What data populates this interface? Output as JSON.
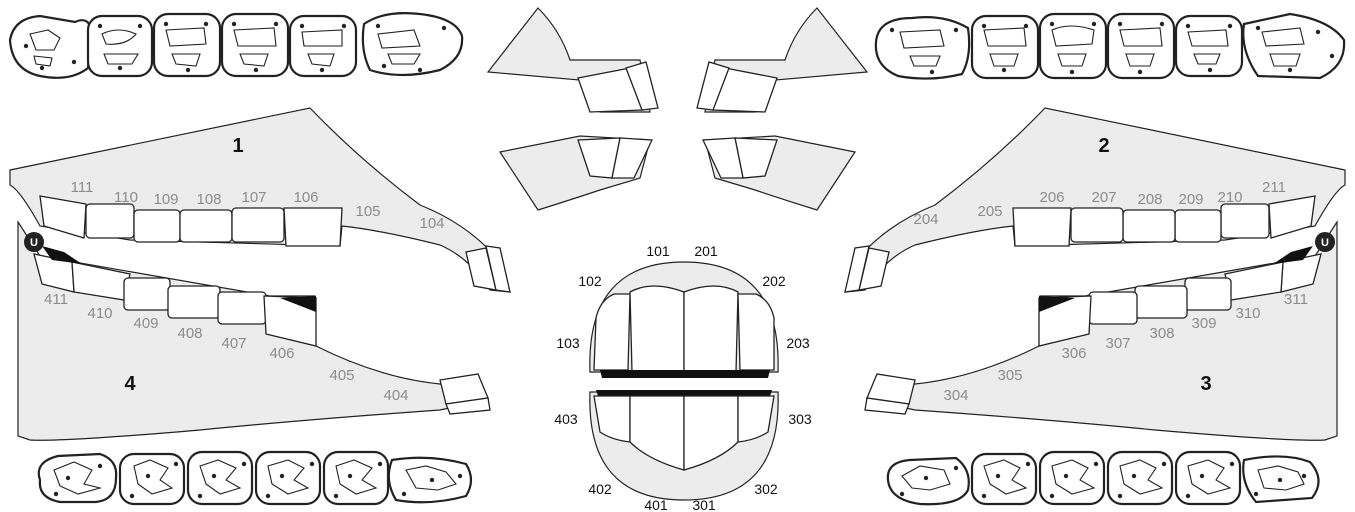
{
  "quadrants": {
    "q1": {
      "label": "1",
      "teeth": [
        {
          "id": "111"
        },
        {
          "id": "110"
        },
        {
          "id": "109"
        },
        {
          "id": "108"
        },
        {
          "id": "107"
        },
        {
          "id": "106"
        },
        {
          "id": "105"
        },
        {
          "id": "104"
        }
      ]
    },
    "q2": {
      "label": "2",
      "teeth": [
        {
          "id": "204"
        },
        {
          "id": "205"
        },
        {
          "id": "206"
        },
        {
          "id": "207"
        },
        {
          "id": "208"
        },
        {
          "id": "209"
        },
        {
          "id": "210"
        },
        {
          "id": "211"
        }
      ]
    },
    "q3": {
      "label": "3",
      "teeth": [
        {
          "id": "304"
        },
        {
          "id": "305"
        },
        {
          "id": "306"
        },
        {
          "id": "307"
        },
        {
          "id": "308"
        },
        {
          "id": "309"
        },
        {
          "id": "310"
        },
        {
          "id": "311"
        }
      ]
    },
    "q4": {
      "label": "4",
      "teeth": [
        {
          "id": "411"
        },
        {
          "id": "410"
        },
        {
          "id": "409"
        },
        {
          "id": "408"
        },
        {
          "id": "407"
        },
        {
          "id": "406"
        },
        {
          "id": "405"
        },
        {
          "id": "404"
        }
      ]
    }
  },
  "front_view": {
    "upper": [
      "101",
      "201",
      "102",
      "202",
      "103",
      "203"
    ],
    "lower": [
      "403",
      "303",
      "402",
      "302",
      "401",
      "301"
    ]
  },
  "markers": {
    "left": "U",
    "right": "U"
  }
}
